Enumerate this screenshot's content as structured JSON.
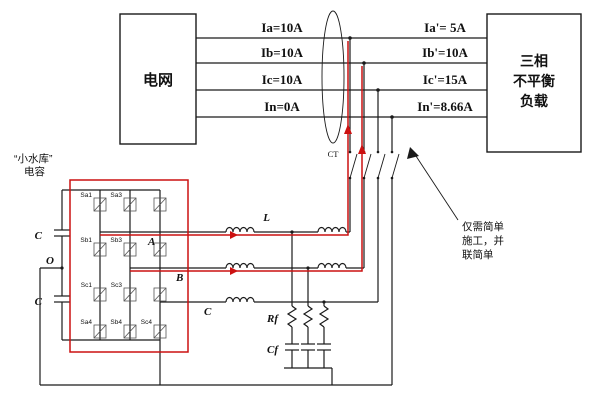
{
  "diagram": {
    "grid_label": "电网",
    "load_label_lines": [
      "三相",
      "不平衡",
      "负载"
    ],
    "ct_label": "CT",
    "reservoir_note_lines": [
      "“小水库”",
      "电容"
    ],
    "annotation_lines": [
      "仅需简单",
      "施工，并",
      "联简单"
    ],
    "left_currents": [
      "Ia=10A",
      "Ib=10A",
      "Ic=10A",
      "In=0A"
    ],
    "right_currents": [
      "Ia'= 5A",
      "Ib'=10A",
      "Ic'=15A",
      "In'=8.66A"
    ],
    "node_labels": {
      "a": "A",
      "b": "B",
      "c": "C",
      "o": "O"
    },
    "component_labels": {
      "inductor": "L",
      "resistor": "Rf",
      "filter_capacitor": "Cf",
      "dc_capacitor_top": "C",
      "dc_capacitor_bottom": "C"
    },
    "switch_labels": [
      "Sa1",
      "Sa3",
      "Sb1",
      "Sb3",
      "Sc1",
      "Sc3",
      "Sa4",
      "Sb4",
      "Sc4"
    ],
    "colors": {
      "wire": "#1a1a1a",
      "highlight": "#cc1111"
    }
  }
}
